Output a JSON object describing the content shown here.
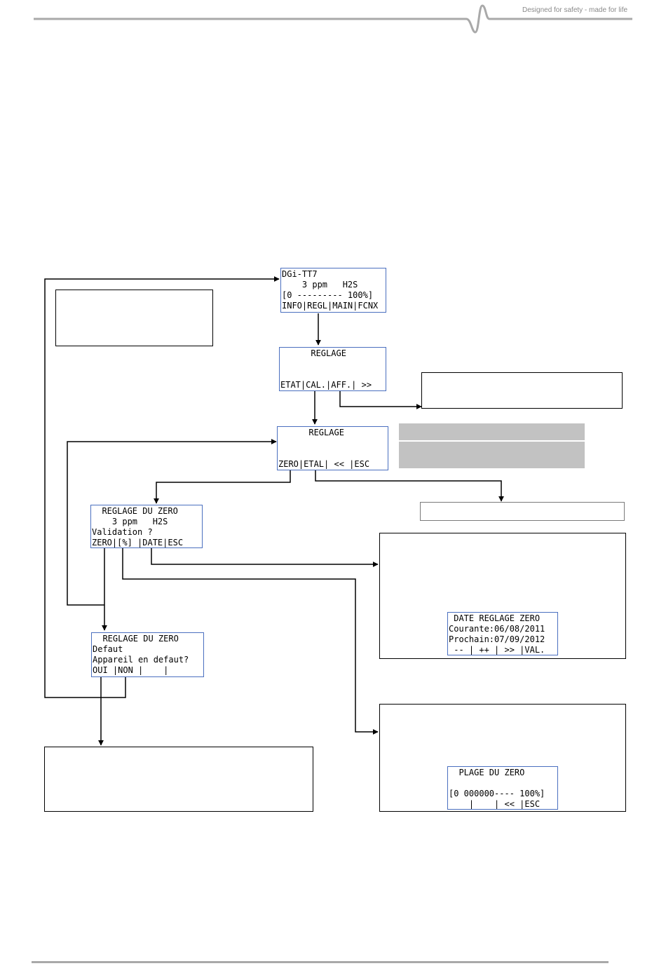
{
  "header": {
    "tagline": "Designed for safety - made for life"
  },
  "screens": {
    "main": {
      "lines": [
        "DGi-TT7",
        "    3 ppm   H2S",
        "[0 --------- 100%]",
        "INFO|REGL|MAIN|FCNX"
      ]
    },
    "reglage1": {
      "lines": [
        "      REGLAGE",
        "",
        "",
        "ETAT|CAL.|AFF.| >>"
      ]
    },
    "reglage2": {
      "lines": [
        "      REGLAGE",
        "",
        "",
        "ZERO|ETAL| << |ESC"
      ]
    },
    "zero": {
      "lines": [
        "  REGLAGE DU ZERO",
        "    3 ppm   H2S",
        "Validation ?",
        "ZERO|[%] |DATE|ESC"
      ]
    },
    "defaut": {
      "lines": [
        "  REGLAGE DU ZERO",
        "Defaut",
        "Appareil en defaut?",
        "OUI |NON |    |"
      ]
    },
    "date": {
      "lines": [
        " DATE REGLAGE ZERO",
        "Courante:06/08/2011",
        "Prochain:07/09/2012",
        " -- | ++ | >> |VAL."
      ]
    },
    "plage": {
      "lines": [
        "  PLAGE DU ZERO",
        "",
        "[0 000000---- 100%]",
        "    |    | << |ESC"
      ]
    }
  },
  "colors": {
    "screen_border": "#4a6fbf",
    "gray_block": "#c2c2c2",
    "rule": "#a9a9a9",
    "wire": "#000000"
  }
}
